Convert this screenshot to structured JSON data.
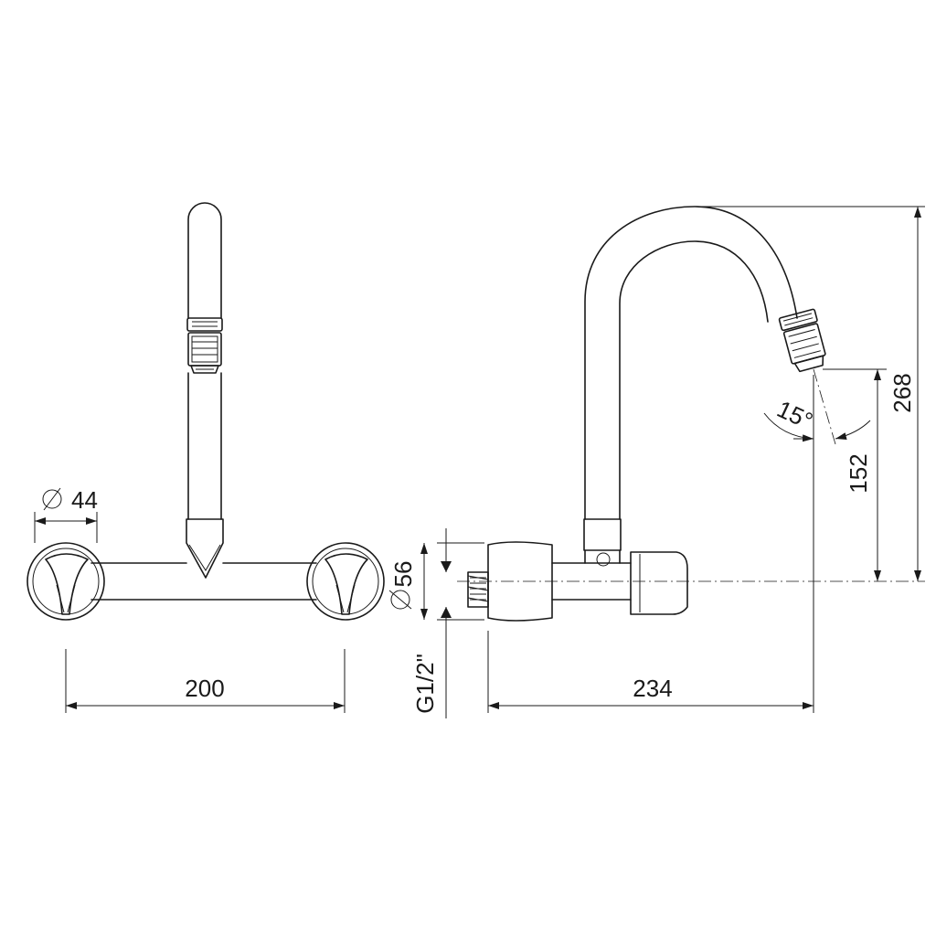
{
  "dimensions": {
    "knob_diameter": "44",
    "spacing": "200",
    "body_diameter": "56",
    "thread": "G1/2\"",
    "projection": "234",
    "outlet_height": "152",
    "total_height": "268",
    "angle": "15°"
  },
  "symbols": {
    "diameter": "⌀"
  }
}
